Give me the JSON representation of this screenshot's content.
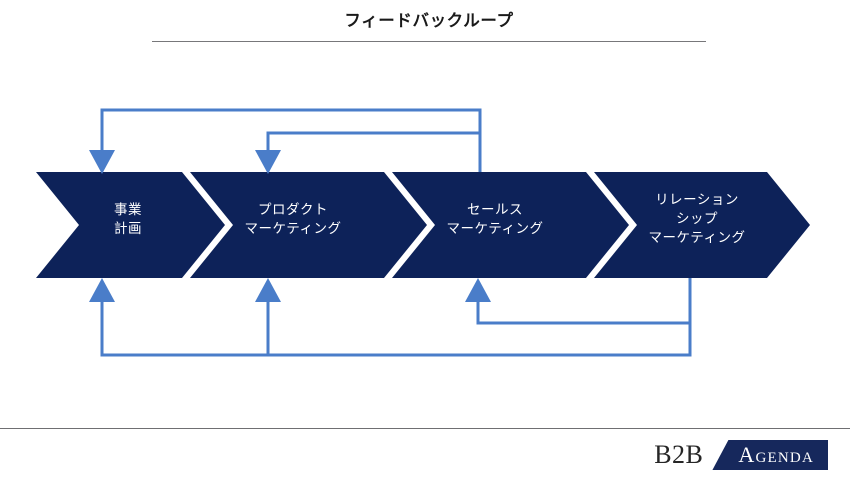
{
  "slide": {
    "title": "フィードバックループ",
    "background_color": "#ffffff"
  },
  "palette": {
    "chevron_navy": "#0d2259",
    "arrow_blue": "#4a7dc9",
    "title_rule": "#77777a",
    "footer_rule": "#6f6f72",
    "logo_navy": "#16285c",
    "label_white": "#ffffff"
  },
  "process": {
    "steps": [
      {
        "index": 1,
        "label": "事業\n計画"
      },
      {
        "index": 2,
        "label": "プロダクト\nマーケティング"
      },
      {
        "index": 3,
        "label": "セールス\nマーケティング"
      },
      {
        "index": 4,
        "label": "リレーション\nシップ\nマーケティング"
      }
    ]
  },
  "feedback_loops": {
    "above": [
      {
        "id": "loop-sales-to-business-plan",
        "direction": "down",
        "from_step": 3,
        "to_step": 1
      },
      {
        "id": "loop-sales-to-product-marketing",
        "direction": "down",
        "from_step": 3,
        "to_step": 2
      }
    ],
    "below": [
      {
        "id": "loop-relationship-to-business-plan",
        "direction": "up",
        "from_step": 4,
        "to_step": 1
      },
      {
        "id": "loop-relationship-to-product-marketing",
        "direction": "up",
        "from_step": 4,
        "to_step": 2
      },
      {
        "id": "loop-relationship-to-sales-marketing",
        "direction": "up",
        "from_step": 4,
        "to_step": 3
      }
    ]
  },
  "footer": {
    "logo_primary": "B2B",
    "logo_secondary": "Agenda"
  }
}
